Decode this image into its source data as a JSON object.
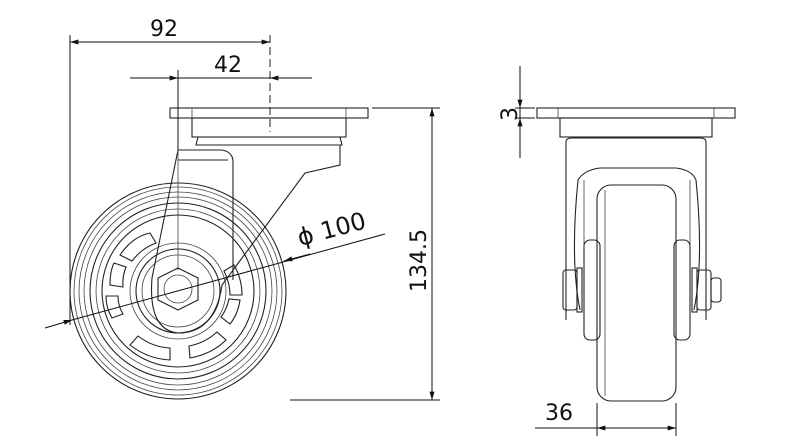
{
  "drawing": {
    "dimensions": {
      "overall_width": "92",
      "offset": "42",
      "height": "134.5",
      "wheel_diameter": "100",
      "diameter_symbol": "ϕ",
      "plate_thickness": "3",
      "wheel_width": "36"
    },
    "colors": {
      "line": "#222222",
      "background": "#ffffff"
    }
  }
}
